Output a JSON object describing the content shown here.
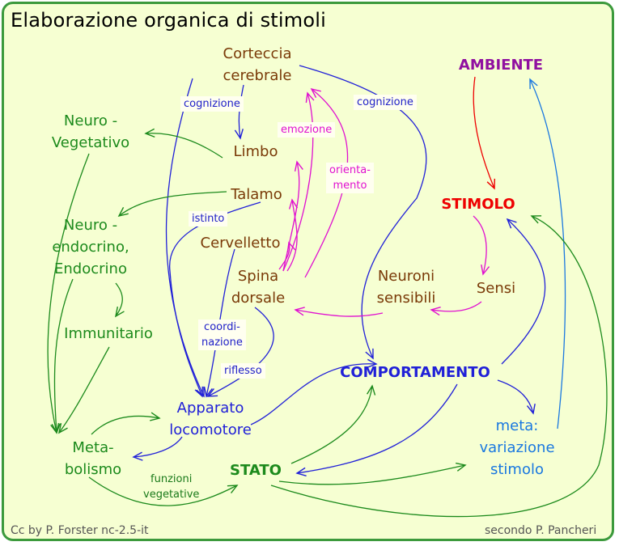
{
  "title": "Elaborazione organica di stimoli",
  "nodes": {
    "corteccia": [
      "Corteccia",
      "cerebrale"
    ],
    "limbo": "Limbo",
    "talamo": "Talamo",
    "cervelletto": "Cervelletto",
    "spina": [
      "Spina",
      "dorsale"
    ],
    "neurovegetativo": [
      "Neuro -",
      "Vegetativo"
    ],
    "neuroendocrino": [
      "Neuro -",
      "endocrino,",
      "Endocrino"
    ],
    "immunitario": "Immunitario",
    "metabolismo": [
      "Meta-",
      "bolismo"
    ],
    "apparato": [
      "Apparato",
      "locomotore"
    ],
    "stato": "STATO",
    "comportamento": "COMPORTAMENTO",
    "ambiente": "AMBIENTE",
    "stimolo": "STIMOLO",
    "sensi": "Sensi",
    "neuroni": [
      "Neuroni",
      "sensibili"
    ],
    "meta_var": [
      "meta:",
      "variazione",
      "stimolo"
    ]
  },
  "edge_labels": {
    "cognizione_left": "cognizione",
    "cognizione_right": "cognizione",
    "emozione": "emozione",
    "orientamento": [
      "orienta-",
      "mento"
    ],
    "istinto": "istinto",
    "coordinazione": [
      "coordi-",
      "nazione"
    ],
    "riflesso": "riflesso",
    "funzioni_vegetative": [
      "funzioni",
      "vegetative"
    ]
  },
  "footer": {
    "left": "Cc by P. Forster nc-2.5-it",
    "right": "secondo P. Pancheri"
  },
  "colors": {
    "background": "#f6ffd2",
    "border": "#3c9a3c",
    "brown": "#7a3a08",
    "green": "#1c8a1c",
    "blue": "#2020d8",
    "sky": "#1a78e0",
    "red": "#ee0000",
    "purple": "#9010a0",
    "magenta": "#e010d0"
  }
}
